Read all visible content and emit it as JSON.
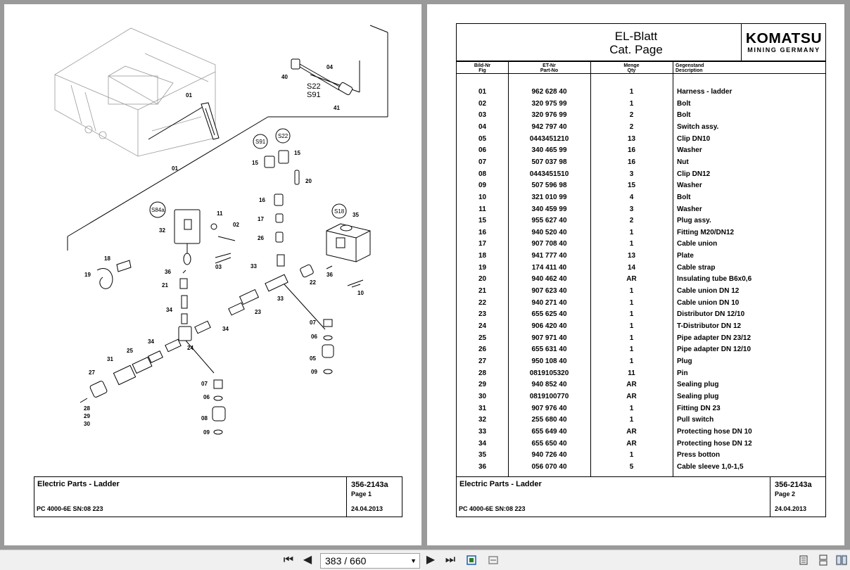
{
  "left_page": {
    "callouts": {
      "c01a": "01",
      "c01b": "01",
      "c04": "04",
      "c40": "40",
      "c41": "41",
      "cs22top": "S22",
      "cs91top": "S91",
      "bs91": "S91",
      "bs22": "S22",
      "bs84a": "S84a",
      "bs18": "S18",
      "c15a": "15",
      "c15b": "15",
      "c20": "20",
      "c16": "16",
      "c17": "17",
      "c26": "26",
      "c11": "11",
      "c02": "02",
      "c32": "32",
      "c03": "03",
      "c35": "35",
      "c18": "18",
      "c19": "19",
      "c36a": "36",
      "c36b": "36",
      "c33a": "33",
      "c33b": "33",
      "c22": "22",
      "c10": "10",
      "c21": "21",
      "c23": "23",
      "c34a": "34",
      "c34b": "34",
      "c34c": "34",
      "c24": "24",
      "c25": "25",
      "c31": "31",
      "c27": "27",
      "c28": "28",
      "c29": "29",
      "c30": "30",
      "c07a": "07",
      "c06a": "06",
      "c05a": "05",
      "c09a": "09",
      "c07b": "07",
      "c06b": "06",
      "c08": "08",
      "c09b": "09"
    },
    "footer": {
      "title": "Electric Parts - Ladder",
      "model": "PC 4000-6E SN:08 223",
      "doc_no": "356-2143a",
      "page": "Page 1",
      "date": "24.04.2013"
    }
  },
  "right_page": {
    "header": {
      "title_line1": "EL-Blatt",
      "title_line2": "Cat. Page",
      "logo_main": "KOMATSU",
      "logo_sub": "MINING GERMANY"
    },
    "columns": {
      "fig_de": "Bild-Nr",
      "fig_en": "Fig",
      "part_de": "ET-Nr",
      "part_en": "Part-No",
      "qty_de": "Menge",
      "qty_en": "Qty",
      "desc_de": "Gegenstand",
      "desc_en": "Description"
    },
    "rows": [
      {
        "fig": "01",
        "part": "962 628 40",
        "qty": "1",
        "desc": "Harness - ladder"
      },
      {
        "fig": "02",
        "part": "320 975 99",
        "qty": "1",
        "desc": "Bolt"
      },
      {
        "fig": "03",
        "part": "320 976 99",
        "qty": "2",
        "desc": "Bolt"
      },
      {
        "fig": "04",
        "part": "942 797 40",
        "qty": "2",
        "desc": "Switch assy."
      },
      {
        "fig": "05",
        "part": "0443451210",
        "qty": "13",
        "desc": "Clip DN10"
      },
      {
        "fig": "06",
        "part": "340 465 99",
        "qty": "16",
        "desc": "Washer"
      },
      {
        "fig": "07",
        "part": "507 037 98",
        "qty": "16",
        "desc": "Nut"
      },
      {
        "fig": "08",
        "part": "0443451510",
        "qty": "3",
        "desc": "Clip DN12"
      },
      {
        "fig": "09",
        "part": "507 596 98",
        "qty": "15",
        "desc": "Washer"
      },
      {
        "fig": "10",
        "part": "321 010 99",
        "qty": "4",
        "desc": "Bolt"
      },
      {
        "fig": "11",
        "part": "340 459 99",
        "qty": "3",
        "desc": "Washer"
      },
      {
        "fig": "15",
        "part": "955 627 40",
        "qty": "2",
        "desc": "Plug assy."
      },
      {
        "fig": "16",
        "part": "940 520 40",
        "qty": "1",
        "desc": "Fitting  M20/DN12"
      },
      {
        "fig": "17",
        "part": "907 708 40",
        "qty": "1",
        "desc": "Cable union"
      },
      {
        "fig": "18",
        "part": "941 777 40",
        "qty": "13",
        "desc": "Plate"
      },
      {
        "fig": "19",
        "part": "174 411 40",
        "qty": "14",
        "desc": "Cable strap"
      },
      {
        "fig": "20",
        "part": "940 462 40",
        "qty": "AR",
        "desc": "Insulating tube B6x0,6"
      },
      {
        "fig": "21",
        "part": "907 623 40",
        "qty": "1",
        "desc": "Cable union  DN 12"
      },
      {
        "fig": "22",
        "part": "940 271 40",
        "qty": "1",
        "desc": "Cable union  DN 10"
      },
      {
        "fig": "23",
        "part": "655 625 40",
        "qty": "1",
        "desc": "Distributor  DN 12/10"
      },
      {
        "fig": "24",
        "part": "906 420 40",
        "qty": "1",
        "desc": "T-Distributor  DN 12"
      },
      {
        "fig": "25",
        "part": "907 971 40",
        "qty": "1",
        "desc": "Pipe adapter  DN 23/12"
      },
      {
        "fig": "26",
        "part": "655 631 40",
        "qty": "1",
        "desc": "Pipe adapter  DN 12/10"
      },
      {
        "fig": "27",
        "part": "950 108 40",
        "qty": "1",
        "desc": "Plug"
      },
      {
        "fig": "28",
        "part": "0819105320",
        "qty": "11",
        "desc": "Pin"
      },
      {
        "fig": "29",
        "part": "940 852 40",
        "qty": "AR",
        "desc": "Sealing plug"
      },
      {
        "fig": "30",
        "part": "0819100770",
        "qty": "AR",
        "desc": "Sealing plug"
      },
      {
        "fig": "31",
        "part": "907 976 40",
        "qty": "1",
        "desc": "Fitting  DN 23"
      },
      {
        "fig": "32",
        "part": "255 680 40",
        "qty": "1",
        "desc": "Pull switch"
      },
      {
        "fig": "33",
        "part": "655 649 40",
        "qty": "AR",
        "desc": "Protecting hose  DN 10"
      },
      {
        "fig": "34",
        "part": "655 650 40",
        "qty": "AR",
        "desc": "Protecting hose  DN 12"
      },
      {
        "fig": "35",
        "part": "940 726 40",
        "qty": "1",
        "desc": "Press botton"
      },
      {
        "fig": "36",
        "part": "056 070 40",
        "qty": "5",
        "desc": "Cable sleeve   1,0-1,5"
      }
    ],
    "footer": {
      "title": "Electric Parts - Ladder",
      "model": "PC 4000-6E SN:08 223",
      "doc_no": "356-2143a",
      "page": "Page 2",
      "date": "24.04.2013"
    }
  },
  "toolbar": {
    "page_indicator": "383 / 660",
    "icons": [
      "first-page-icon",
      "prev-page-icon",
      "next-page-icon",
      "last-page-icon",
      "fit-page-icon",
      "fit-width-icon",
      "single-page-icon",
      "continuous-icon",
      "two-page-icon"
    ]
  }
}
